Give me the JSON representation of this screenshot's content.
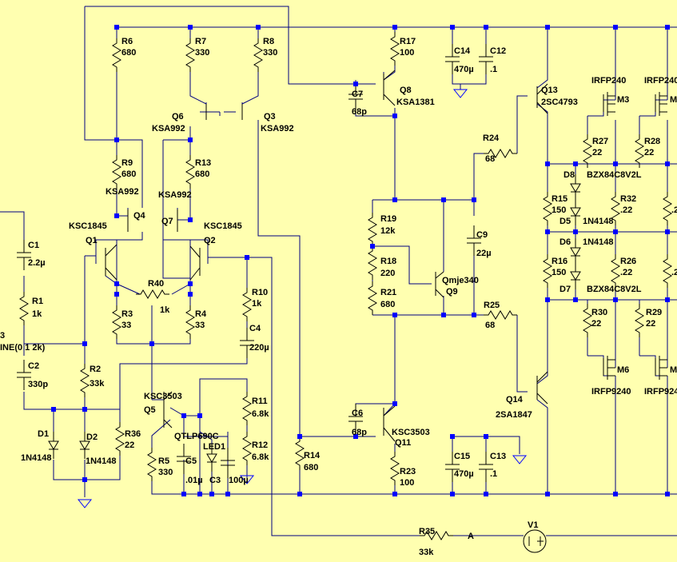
{
  "schematic": {
    "labels": {
      "R6": "R6",
      "R6v": "680",
      "R7": "R7",
      "R7v": "330",
      "R8": "R8",
      "R8v": "330",
      "R17": "R17",
      "R17v": "100",
      "C14": "C14",
      "C14v": "470µ",
      "C12": "C12",
      "C12v": ".1",
      "C7": "C7",
      "C7v": "68p",
      "Q8": "Q8",
      "Q8t": "KSA1381",
      "Q13": "Q13",
      "Q13t": "2SC4793",
      "M3t": "IRFP240",
      "M3": "M3",
      "M4t": "IRFP240",
      "M4": "M",
      "Q6": "Q6",
      "Q6t": "KSA992",
      "Q3": "Q3",
      "Q3t": "KSA992",
      "R24": "R24",
      "R24v": "68",
      "R27": "R27",
      "R27v": "22",
      "R28": "R28",
      "R28v": "22",
      "R9": "R9",
      "R9v": "680",
      "R13": "R13",
      "R13v": "680",
      "KSA992a": "KSA992",
      "KSA992b": "KSA992",
      "Q4": "Q4",
      "Q7": "Q7",
      "D8": "D8",
      "D8t": "BZX84C8V2L",
      "R15": "R15",
      "R15v": "150",
      "R32": "R32",
      "R32v": ".22",
      "R33v": ".2",
      "D5": "D5",
      "D5t": "1N4148",
      "D6": "D6",
      "D6t": "1N4148",
      "KSC1845a": "KSC1845",
      "KSC1845b": "KSC1845",
      "Q1": "Q1",
      "Q2": "Q2",
      "R19": "R19",
      "R19v": "12k",
      "C9": "C9",
      "C9v": "22µ",
      "C1": "C1",
      "C1v": "2.2µ",
      "R18": "R18",
      "R18v": "220",
      "Qmje": "Qmje340",
      "Q9": "Q9",
      "R16": "R16",
      "R16v": "150",
      "R26": "R26",
      "R26v": ".22",
      "R34v": ".2",
      "R40": "R40",
      "R40v": "1k",
      "R10": "R10",
      "R10v": "1k",
      "R21": "R21",
      "R21v": "680",
      "D7": "D7",
      "D7t": "BZX84C8V2L",
      "R1": "R1",
      "R1v": "1k",
      "R3": "R3",
      "R3v": "33",
      "R4": "R4",
      "R4v": "33",
      "R25": "R25",
      "R25v": "68",
      "R30": "R30",
      "R30v": "22",
      "R29": "R29",
      "R29v": "22",
      "V3": "3",
      "Sine": "INE(0 1 2k)",
      "C4": "C4",
      "C4v": "220µ",
      "C2": "C2",
      "C2v": "330p",
      "R2": "R2",
      "R2v": "33k",
      "M6": "M6",
      "M6t": "IRFP9240",
      "M5": "M",
      "M5t": "IRFP924",
      "Q5t": "KSC3503",
      "Q5": "Q5",
      "R11": "R11",
      "R11v": "6.8k",
      "Q14": "Q14",
      "Q14t": "2SA1847",
      "D1": "D1",
      "D2": "D2",
      "R36": "R36",
      "R36v": "22",
      "D1t": "1N4148",
      "D2t": "1N4148",
      "C6": "C6",
      "C6v": "68p",
      "Q11t": "KSC3503",
      "Q11": "Q11",
      "QT": "QTLP690C",
      "LED1": "LED1",
      "R12": "R12",
      "R12v": "6.8k",
      "R14": "R14",
      "R14v": "680",
      "C15": "C15",
      "C15v": "470µ",
      "C13": "C13",
      "C13v": ".1",
      "R5": "R5",
      "R5v": "330",
      "C5": "C5",
      "C5v": ".01µ",
      "C3": "C3",
      "C3v": "100µ",
      "R23": "R23",
      "R23v": "100",
      "R35": "R35",
      "R35v": "33k",
      "A": "A",
      "V1": "V1"
    }
  }
}
